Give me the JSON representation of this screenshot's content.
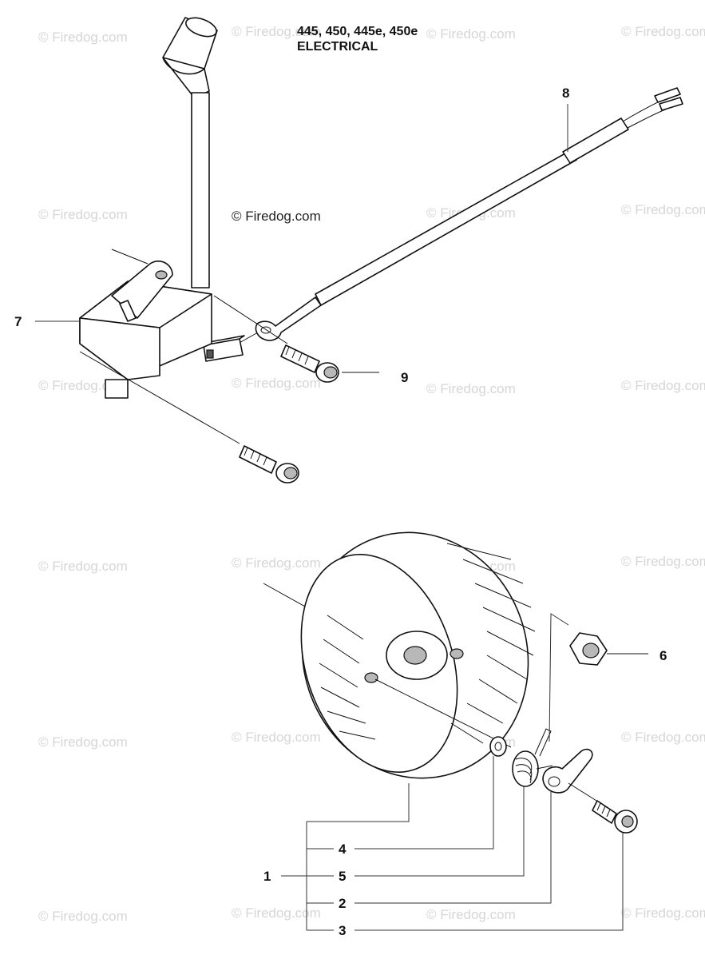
{
  "title": {
    "models": "445, 450, 445e, 450e",
    "section": "ELECTRICAL"
  },
  "watermark": {
    "text": "© Firedog.com",
    "center_text": "© Firedog.com"
  },
  "callouts": [
    {
      "id": "callout-1",
      "label": "1",
      "part": "flywheel"
    },
    {
      "id": "callout-2",
      "label": "2",
      "part": "pawl"
    },
    {
      "id": "callout-3",
      "label": "3",
      "part": "pawl-screw"
    },
    {
      "id": "callout-4",
      "label": "4",
      "part": "washer"
    },
    {
      "id": "callout-5",
      "label": "5",
      "part": "spring"
    },
    {
      "id": "callout-6",
      "label": "6",
      "part": "nut"
    },
    {
      "id": "callout-7",
      "label": "7",
      "part": "ignition-module"
    },
    {
      "id": "callout-8",
      "label": "8",
      "part": "short-circuit-cable"
    },
    {
      "id": "callout-9",
      "label": "9",
      "part": "screw"
    }
  ]
}
